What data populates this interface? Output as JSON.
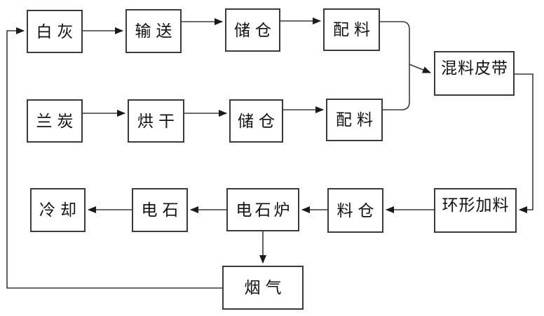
{
  "diagram": {
    "type": "process-flowchart",
    "description": "Calcium carbide production process flow diagram",
    "colors": {
      "background": "#ffffff",
      "box_border": "#3a3a3a",
      "line": "#3a3a3a",
      "arrowhead": "#1a1a1a",
      "text": "#111111"
    },
    "nodes": [
      {
        "id": "white-lime",
        "label": "白灰"
      },
      {
        "id": "conveying",
        "label": "输送"
      },
      {
        "id": "storage-bin-1",
        "label": "储仓"
      },
      {
        "id": "batching-1",
        "label": "配料"
      },
      {
        "id": "mixing-belt",
        "label": "混料皮带"
      },
      {
        "id": "semi-coke",
        "label": "兰炭"
      },
      {
        "id": "drying",
        "label": "烘干"
      },
      {
        "id": "storage-bin-2",
        "label": "储仓"
      },
      {
        "id": "batching-2",
        "label": "配料"
      },
      {
        "id": "cooling",
        "label": "冷却"
      },
      {
        "id": "calcium-carbide",
        "label": "电石"
      },
      {
        "id": "carbide-furnace",
        "label": "电石炉"
      },
      {
        "id": "material-bin",
        "label": "料仓"
      },
      {
        "id": "ring-feeder",
        "label": "环形加料"
      },
      {
        "id": "flue-gas",
        "label": "烟气"
      }
    ],
    "edges": [
      {
        "from": "white-lime",
        "to": "conveying"
      },
      {
        "from": "conveying",
        "to": "storage-bin-1"
      },
      {
        "from": "storage-bin-1",
        "to": "batching-1"
      },
      {
        "from": "semi-coke",
        "to": "drying"
      },
      {
        "from": "drying",
        "to": "storage-bin-2"
      },
      {
        "from": "storage-bin-2",
        "to": "batching-2"
      },
      {
        "from": "batching-1",
        "to": "mixing-belt"
      },
      {
        "from": "batching-2",
        "to": "mixing-belt"
      },
      {
        "from": "mixing-belt",
        "to": "ring-feeder"
      },
      {
        "from": "ring-feeder",
        "to": "material-bin"
      },
      {
        "from": "material-bin",
        "to": "carbide-furnace"
      },
      {
        "from": "carbide-furnace",
        "to": "calcium-carbide"
      },
      {
        "from": "calcium-carbide",
        "to": "cooling"
      },
      {
        "from": "carbide-furnace",
        "to": "flue-gas"
      },
      {
        "from": "flue-gas",
        "to": "white-lime"
      }
    ]
  }
}
